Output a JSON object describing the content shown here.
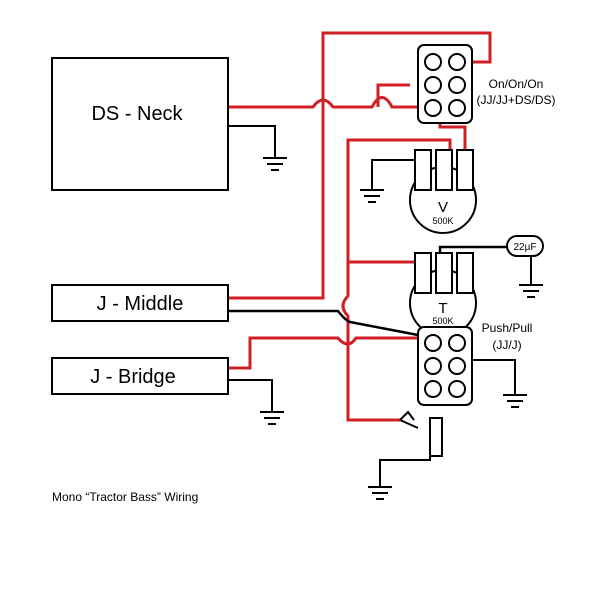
{
  "pickups": {
    "neck": "DS - Neck",
    "middle": "J - Middle",
    "bridge": "J - Bridge"
  },
  "switch_main": {
    "label": "On/On/On",
    "sublabel": "(JJ/JJ+DS/DS)"
  },
  "volume_pot": {
    "letter": "V",
    "value": "500K"
  },
  "tone_pot": {
    "letter": "T",
    "value": "500K"
  },
  "capacitor": {
    "value": "22µF"
  },
  "switch_pushpull": {
    "label": "Push/Pull",
    "sublabel": "(JJ/J)"
  },
  "caption": "Mono “Tractor Bass” Wiring",
  "colors": {
    "hot_wire": "#d21f26",
    "ground_wire": "#000000",
    "background": "#ffffff"
  }
}
